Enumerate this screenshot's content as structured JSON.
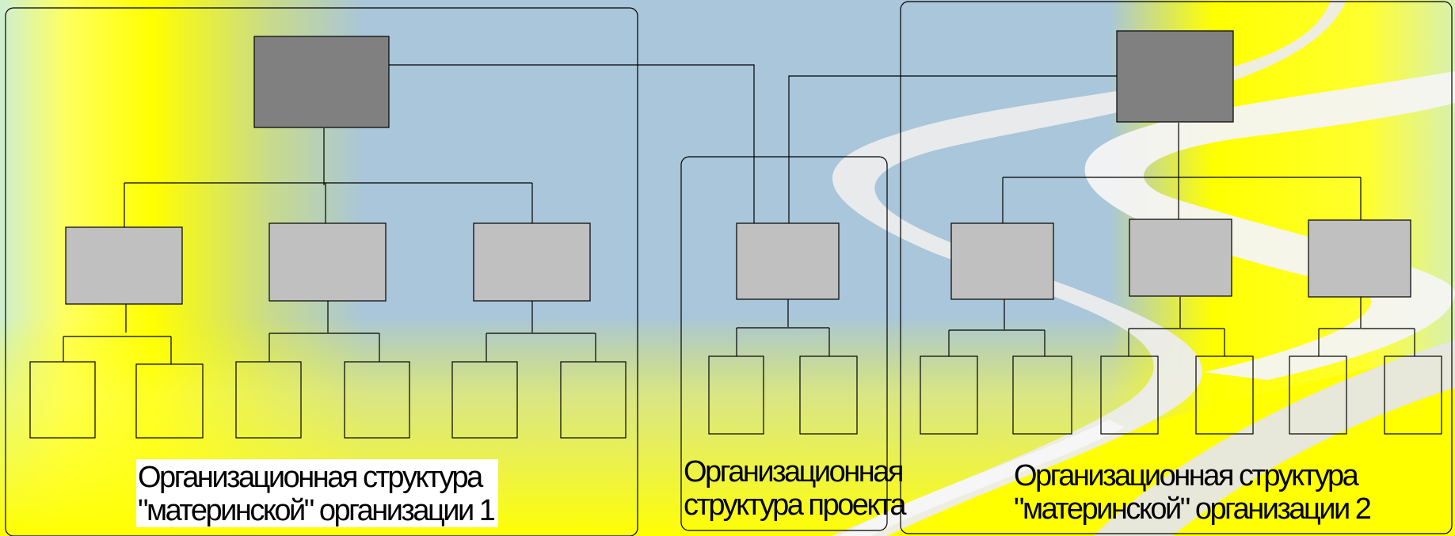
{
  "diagram": {
    "captions": {
      "org1": [
        "Организационная стрyктура",
        "\"материнской\" организации 1"
      ],
      "project": [
        "Организационная",
        "структура проекта"
      ],
      "org2": [
        "Организационная структура",
        "\"материнской\" организации 2"
      ]
    }
  },
  "colors": {
    "background": "#a9c6da",
    "highlight_yellow": "#ffff00",
    "top_box": "#808080",
    "mid_box": "#c0c0c0",
    "frame": "#000000"
  }
}
